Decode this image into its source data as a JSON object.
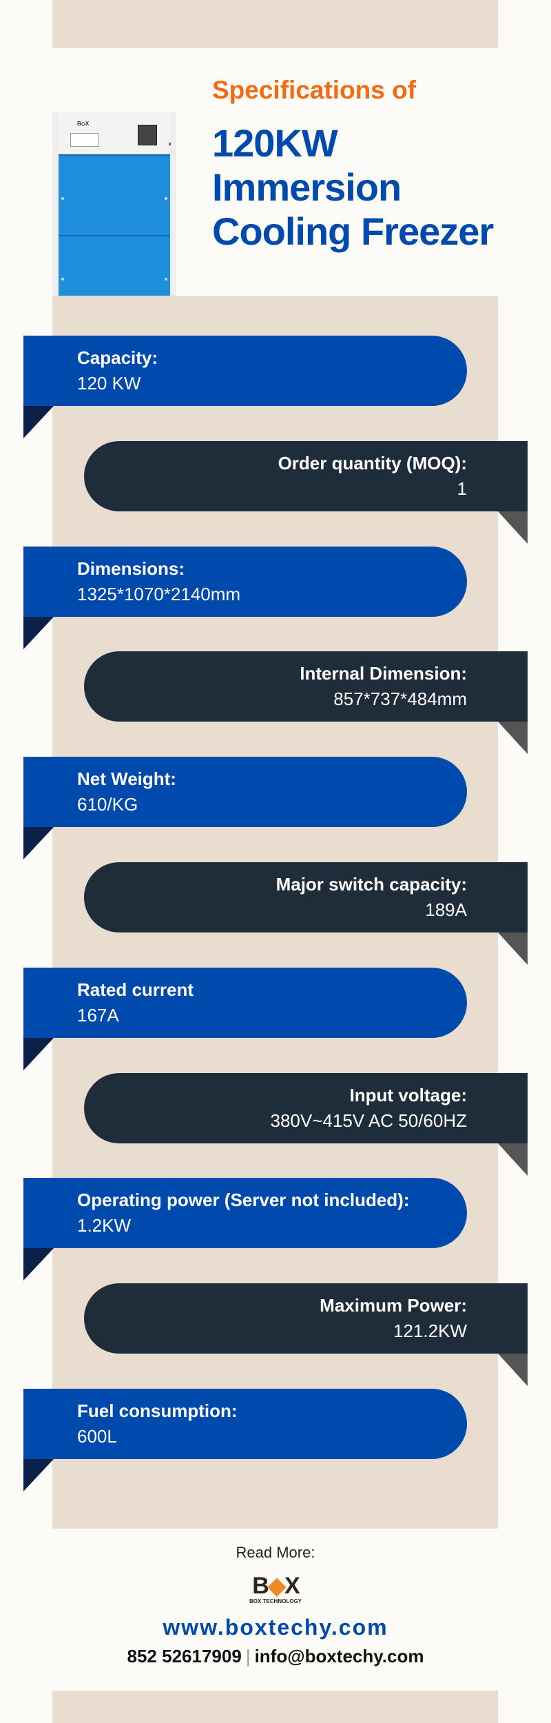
{
  "header": {
    "subtitle": "Specifications of",
    "title": "120KW Immersion Cooling Freezer"
  },
  "colors": {
    "blue": "#004aad",
    "dark": "#1f2d3a",
    "orange": "#f26a11",
    "beige": "#e8ddce"
  },
  "product_image": {
    "logo_text": "BOX"
  },
  "specs": [
    {
      "label": "Capacity:",
      "value": "120 KW"
    },
    {
      "label": "Order quantity (MOQ):",
      "value": "1"
    },
    {
      "label": "Dimensions:",
      "value": "1325*1070*2140mm"
    },
    {
      "label": "Internal Dimension:",
      "value": "857*737*484mm"
    },
    {
      "label": "Net Weight:",
      "value": "610/KG"
    },
    {
      "label": "Major switch capacity:",
      "value": "189A"
    },
    {
      "label": "Rated current",
      "value": "167A"
    },
    {
      "label": "Input voltage:",
      "value": "380V~415V AC 50/60HZ"
    },
    {
      "label": "Operating power (Server not included):",
      "value": "1.2KW"
    },
    {
      "label": "Maximum Power:",
      "value": "121.2KW"
    },
    {
      "label": "Fuel consumption:",
      "value": "600L"
    }
  ],
  "footer": {
    "read_more": "Read More:",
    "logo_text": "BOX",
    "logo_sub": "BOX TECHNOLOGY",
    "website": "www.boxtechy.com",
    "phone": "852 52617909",
    "separator": "|",
    "email": "info@boxtechy.com"
  }
}
